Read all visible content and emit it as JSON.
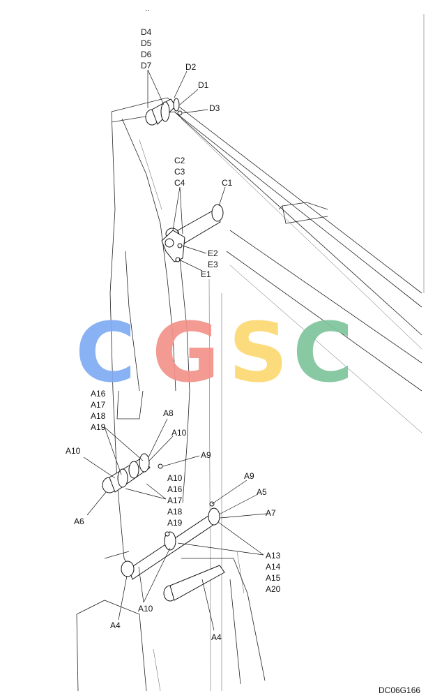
{
  "top_mark": "..",
  "drawing_code": "DC06G166",
  "watermark": {
    "letters": [
      {
        "ch": "C",
        "color": "#80acf5"
      },
      {
        "ch": "G",
        "color": "#f3928a"
      },
      {
        "ch": "S",
        "color": "#fbd871"
      },
      {
        "ch": "C",
        "color": "#7ec59c"
      }
    ]
  },
  "callouts": {
    "d_stack": [
      "D4",
      "D5",
      "D6",
      "D7"
    ],
    "d2": "D2",
    "d1": "D1",
    "d3": "D3",
    "c_stack": [
      "C2",
      "C3",
      "C4"
    ],
    "c1": "C1",
    "e2": "E2",
    "e3": "E3",
    "e1": "E1",
    "a_stack1": [
      "A16",
      "A17",
      "A18",
      "A19"
    ],
    "a8": "A8",
    "a10_right": "A10",
    "a10_left": "A10",
    "a9_upper": "A9",
    "a_stack2": [
      "A10",
      "A16",
      "A17",
      "A18",
      "A19"
    ],
    "a6": "A6",
    "a9_lower": "A9",
    "a5": "A5",
    "a7": "A7",
    "a_stack3": [
      "A13",
      "A14",
      "A15",
      "A20"
    ],
    "a10_bottom": "A10",
    "a4_left": "A4",
    "a4_right": "A4"
  }
}
